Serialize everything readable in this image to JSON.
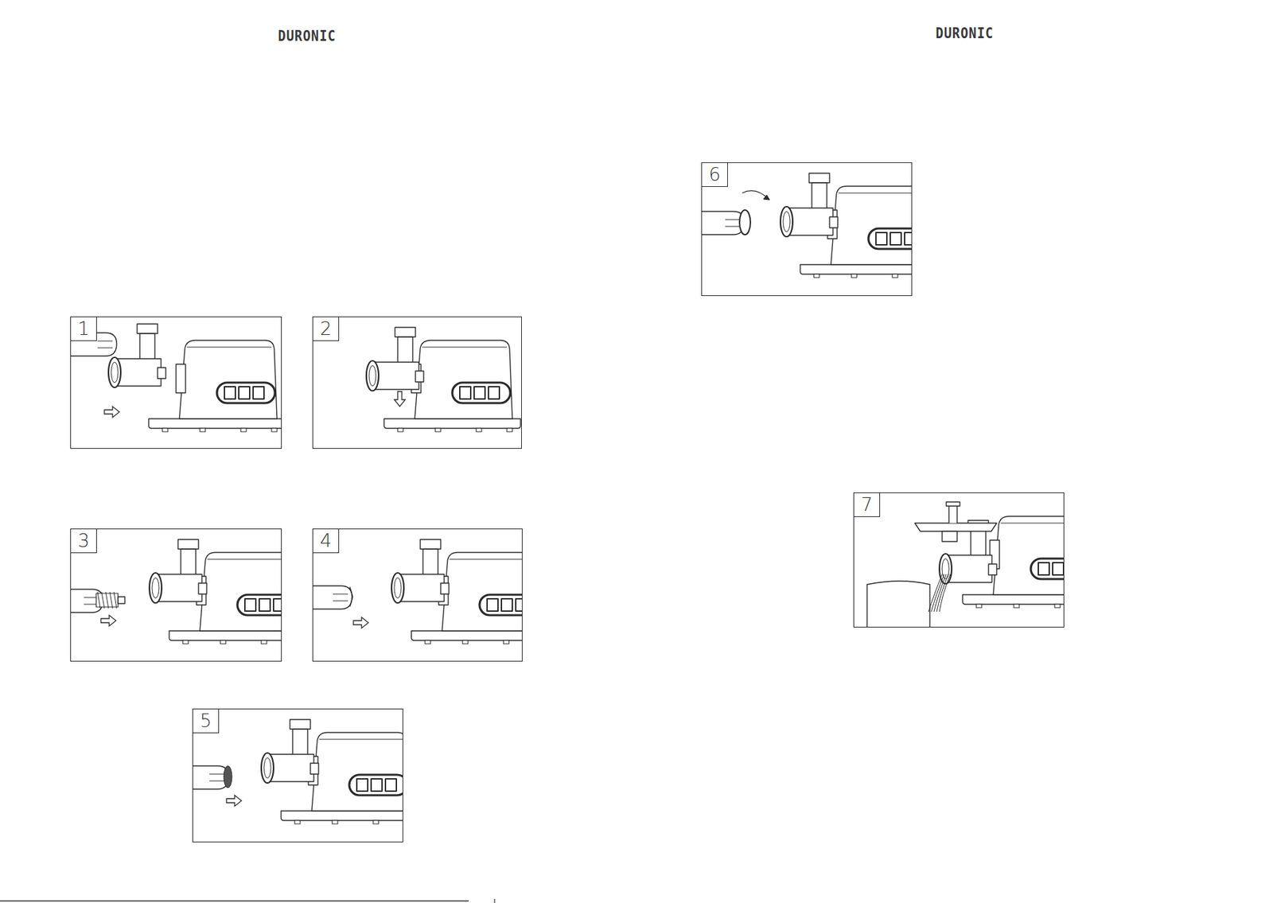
{
  "diagram": {
    "nodes": [
      {
        "text": [
          "1"
        ]
      },
      {
        "text": [
          "2"
        ]
      },
      {
        "text": [
          "3"
        ]
      },
      {
        "text": [
          "4"
        ]
      },
      {
        "text": [
          "5"
        ]
      },
      {
        "text": [
          "6"
        ]
      },
      {
        "text": [
          "7"
        ]
      }
    ],
    "labels": [
      "DURONIC",
      "DURONIC"
    ]
  }
}
